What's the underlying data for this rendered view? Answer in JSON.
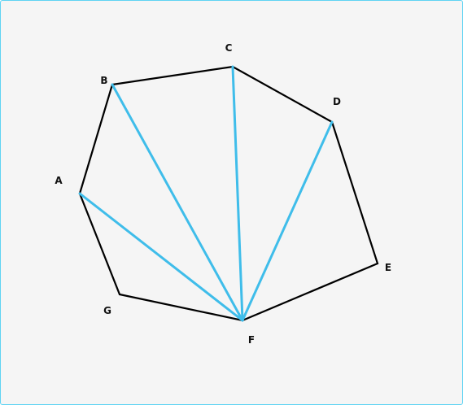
{
  "diagram": {
    "colors": {
      "background": "#f5f5f5",
      "border": "#5fd3f3",
      "polygon_edge": "#000000",
      "diagonal": "#3fbdea"
    },
    "vertices": [
      {
        "id": "A",
        "label": "A"
      },
      {
        "id": "B",
        "label": "B"
      },
      {
        "id": "C",
        "label": "C"
      },
      {
        "id": "D",
        "label": "D"
      },
      {
        "id": "E",
        "label": "E"
      },
      {
        "id": "F",
        "label": "F"
      },
      {
        "id": "G",
        "label": "G"
      }
    ],
    "polygon_order": [
      "A",
      "B",
      "C",
      "D",
      "E",
      "F",
      "G"
    ],
    "diagonals": [
      {
        "from": "F",
        "to": "A"
      },
      {
        "from": "F",
        "to": "B"
      },
      {
        "from": "F",
        "to": "C"
      },
      {
        "from": "F",
        "to": "D"
      }
    ]
  }
}
